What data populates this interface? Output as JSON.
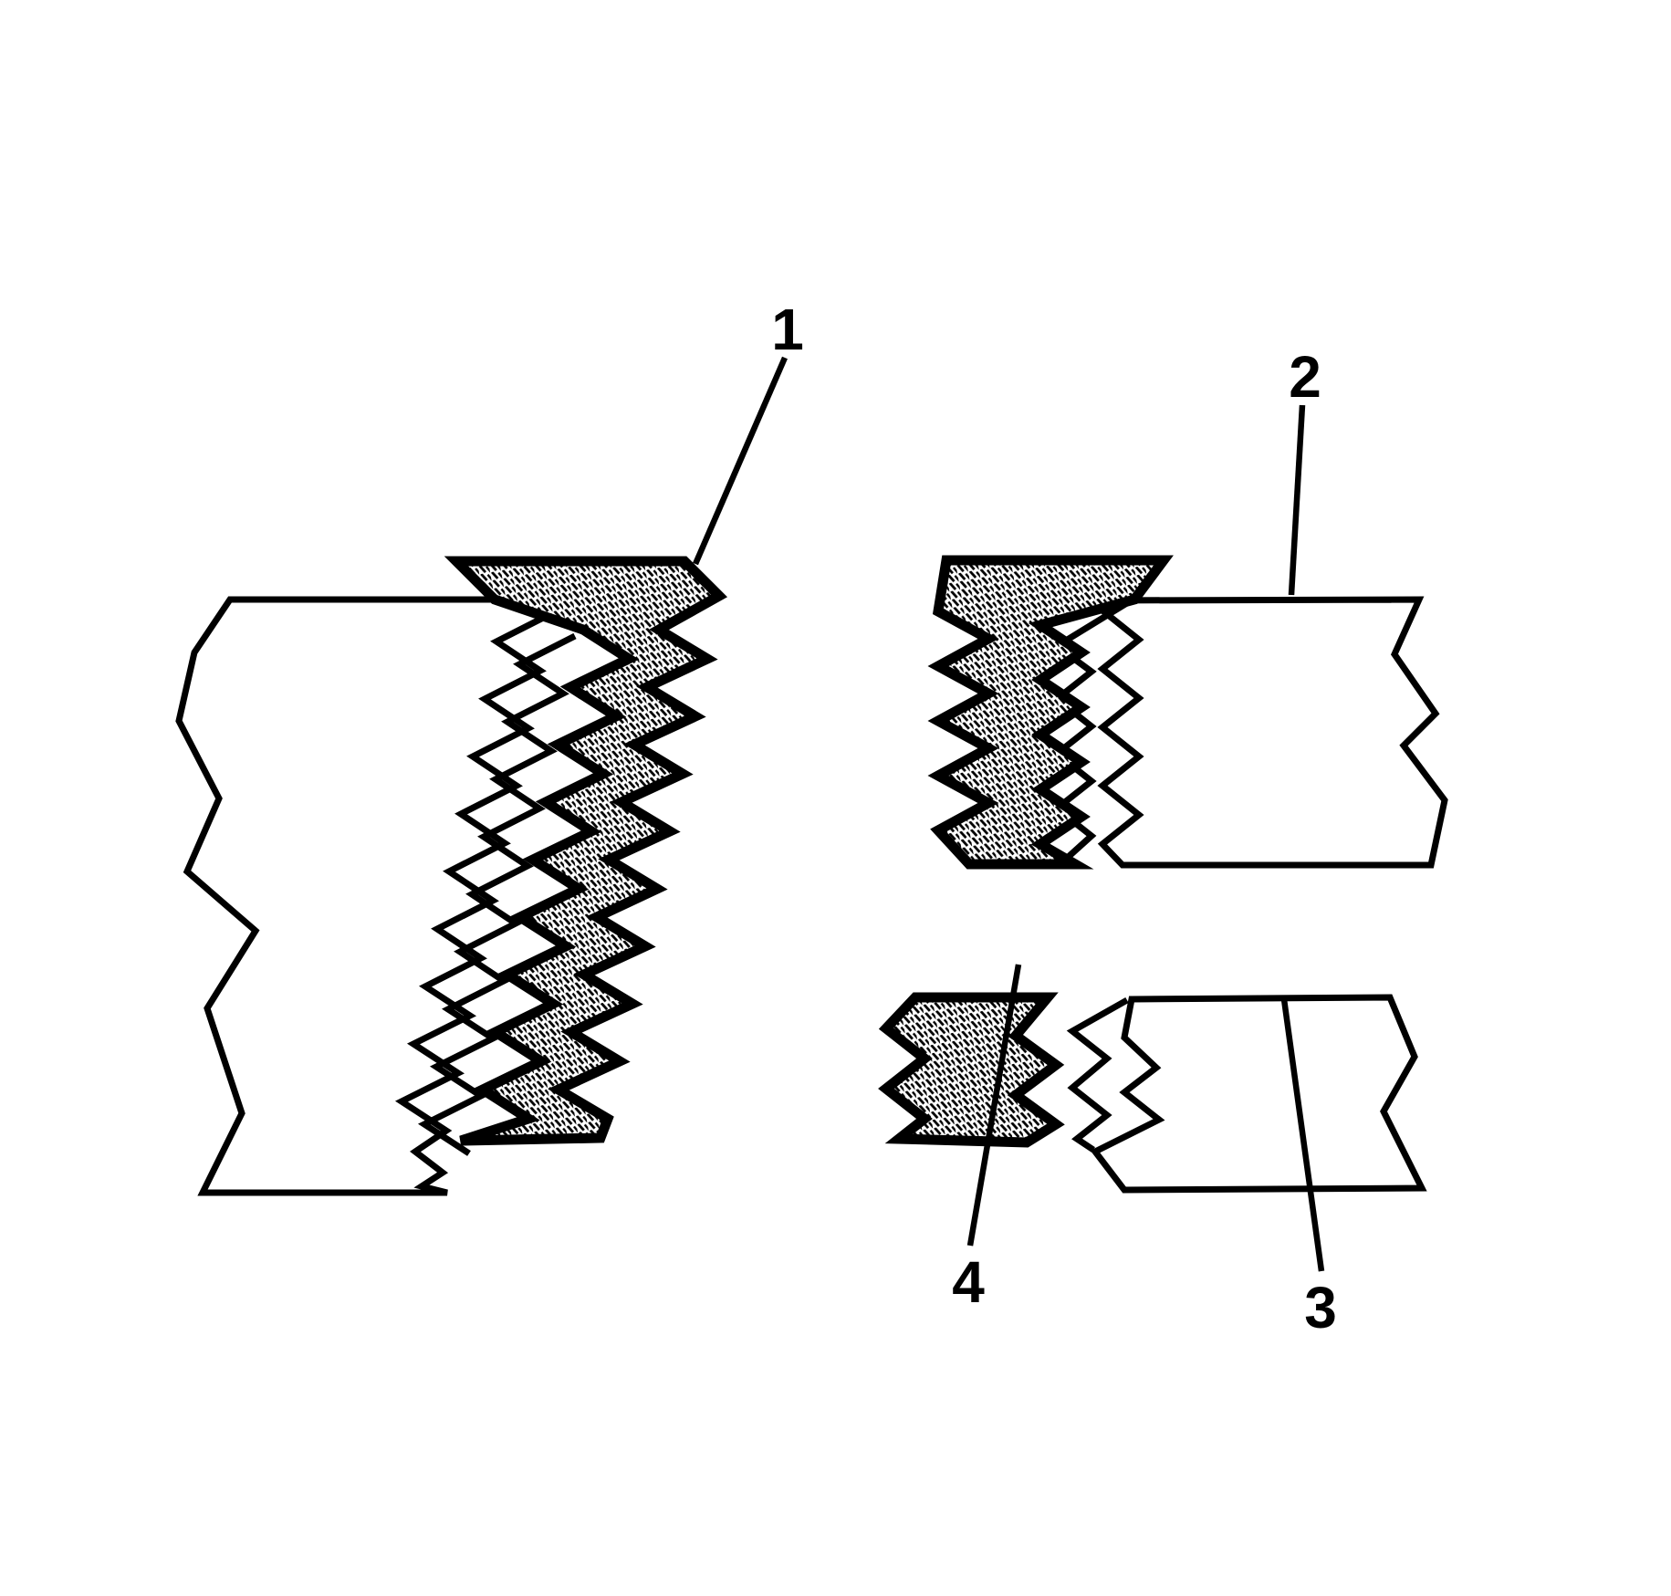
{
  "page": {
    "background_color": "#ffffff",
    "ink_color": "#000000"
  },
  "diagram": {
    "type": "technical-cross-section-line-drawing",
    "callouts": [
      {
        "label": "1"
      },
      {
        "label": "2"
      },
      {
        "label": "3"
      },
      {
        "label": "4"
      }
    ]
  }
}
